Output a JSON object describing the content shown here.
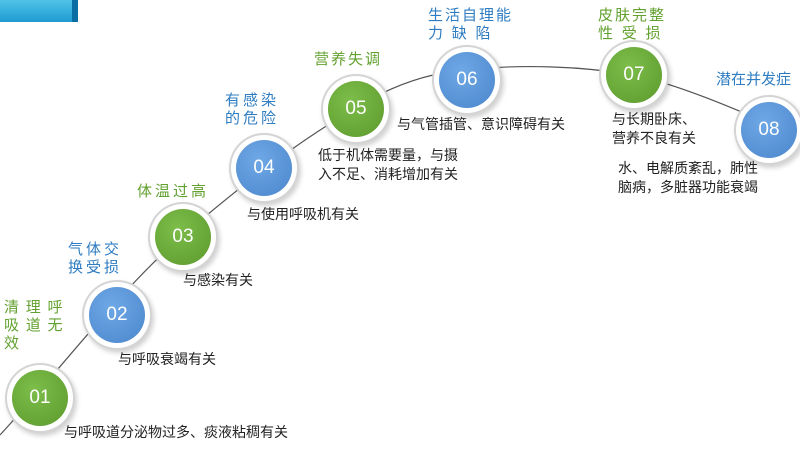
{
  "colors": {
    "green": "#62a12f",
    "blue": "#2e7cc1",
    "accent": "#1f9bd1"
  },
  "steps": [
    {
      "number": "01",
      "title": [
        "清 理 呼",
        "吸 道 无",
        "效"
      ],
      "desc": [
        "与呼吸道分泌物过多、痰液粘稠有关"
      ],
      "color": "green"
    },
    {
      "number": "02",
      "title": [
        "气体交",
        "换受损"
      ],
      "desc": [
        "与呼吸衰竭有关"
      ],
      "color": "blue"
    },
    {
      "number": "03",
      "title": [
        "体温过高"
      ],
      "desc": [
        "与感染有关"
      ],
      "color": "green"
    },
    {
      "number": "04",
      "title": [
        "有感染",
        "的危险"
      ],
      "desc": [
        "与使用呼吸机有关"
      ],
      "color": "blue"
    },
    {
      "number": "05",
      "title": [
        "营养失调"
      ],
      "desc": [
        "低于机体需要量，与摄",
        "入不足、消耗增加有关"
      ],
      "color": "green"
    },
    {
      "number": "06",
      "title": [
        "生活自理能",
        "力 缺 陷"
      ],
      "desc": [
        "与气管插管、意识障碍有关"
      ],
      "color": "blue"
    },
    {
      "number": "07",
      "title": [
        "皮肤完整",
        "性 受 损"
      ],
      "desc": [
        "与长期卧床、",
        "营养不良有关"
      ],
      "color": "green"
    },
    {
      "number": "08",
      "title": [
        "潜在并发症"
      ],
      "desc": [
        "水、电解质紊乱，肺性",
        "脑病，多脏器功能衰竭"
      ],
      "color": "blue"
    }
  ]
}
